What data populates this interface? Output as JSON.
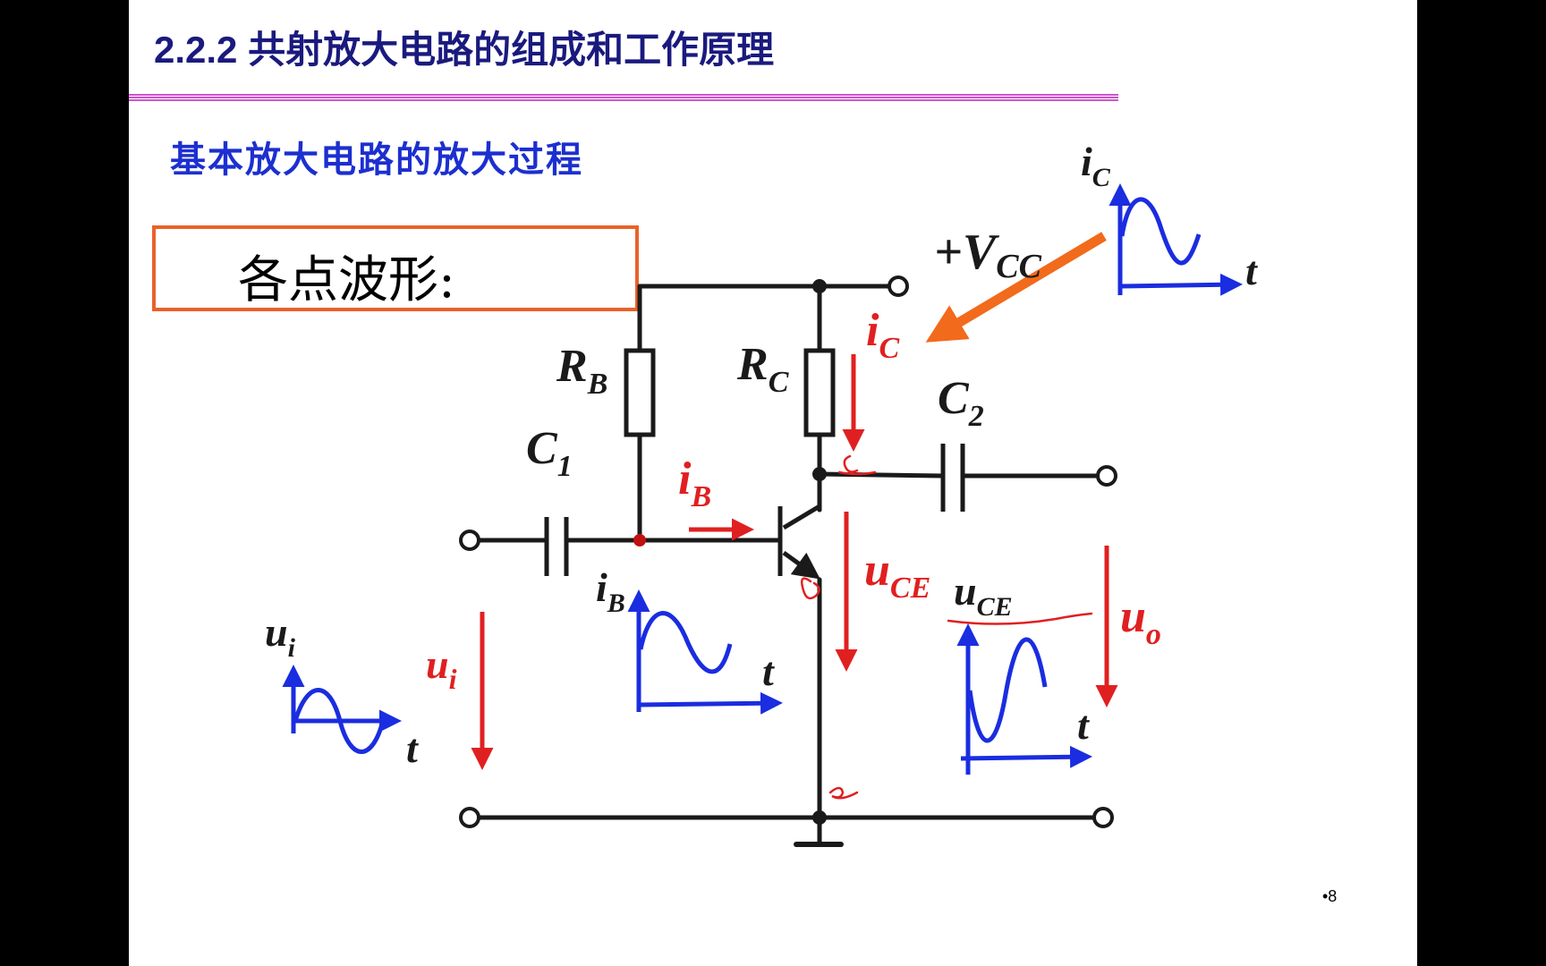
{
  "slide": {
    "title": "2.2.2 共射放大电路的组成和工作原理",
    "subtitle": "基本放大电路的放大过程",
    "box_label": "各点波形:",
    "page_number": "•8"
  },
  "labels": {
    "vcc": {
      "main": "+V",
      "sub": "CC"
    },
    "rb": {
      "main": "R",
      "sub": "B"
    },
    "rc": {
      "main": "R",
      "sub": "C"
    },
    "c1": {
      "main": "C",
      "sub": "1"
    },
    "c2": {
      "main": "C",
      "sub": "2"
    },
    "ib_current": {
      "main": "i",
      "sub": "B"
    },
    "ic_current": {
      "main": "i",
      "sub": "C"
    },
    "uce_voltage": {
      "main": "u",
      "sub": "CE"
    },
    "ui_voltage": {
      "main": "u",
      "sub": "i"
    },
    "uo_voltage": {
      "main": "u",
      "sub": "o"
    }
  },
  "graphs": {
    "ui": {
      "y_main": "u",
      "y_sub": "i",
      "x": "t"
    },
    "ib": {
      "y_main": "i",
      "y_sub": "B",
      "x": "t"
    },
    "ic": {
      "y_main": "i",
      "y_sub": "C",
      "x": "t"
    },
    "uce": {
      "y_main": "u",
      "y_sub": "CE",
      "x": "t"
    }
  },
  "colors": {
    "title": "#1a1a7e",
    "subtitle": "#1c2fd0",
    "wire": "#1a1a1a",
    "annotation_red": "#e02020",
    "waveform_blue": "#1a2de0",
    "box_border": "#e8622a",
    "pointer_arrow": "#f26a1b"
  }
}
